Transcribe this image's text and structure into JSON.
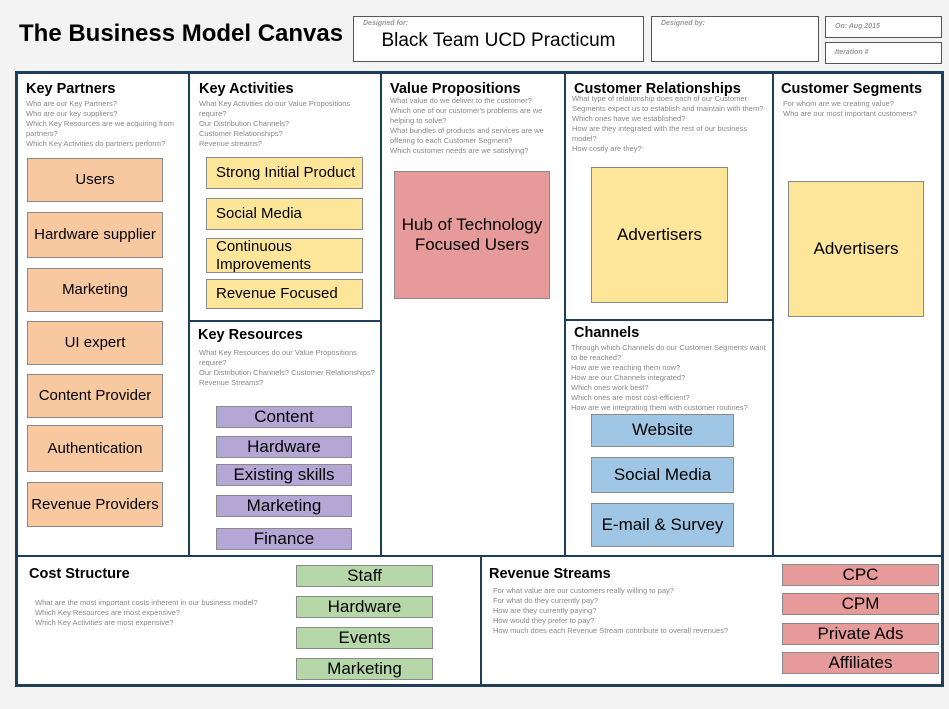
{
  "header": {
    "title": "The Business Model Canvas",
    "designed_for_label": "Designed for:",
    "designed_for_value": "Black Team UCD Practicum",
    "designed_by_label": "Designed by:",
    "date_label": "On: Aug 2015",
    "iteration_label": "Iteration #"
  },
  "key_partners": {
    "title": "Key Partners",
    "questions": [
      "Who are our Key Partners?",
      "Who are our key suppliers?",
      "Which Key Resources are we acquiring from partners?",
      "Which Key Activities do partners perform?"
    ],
    "notes": [
      "Users",
      "Hardware supplier",
      "Marketing",
      "UI expert",
      "Content Provider",
      "Authentication",
      "Revenue Providers"
    ]
  },
  "key_activities": {
    "title": "Key Activities",
    "questions": [
      "What Key Activities do our Value Propositions require?",
      "Our Distribution Channels?",
      "Customer Relationships?",
      "Revenue streams?"
    ],
    "notes": [
      "Strong Initial Product",
      "Social Media",
      "Continuous Improvements",
      "Revenue Focused"
    ]
  },
  "key_resources": {
    "title": "Key Resources",
    "questions": [
      "What Key Resources do our Value Propositions require?",
      "Our Distribution Channels? Customer Relationships?",
      "Revenue Streams?"
    ],
    "notes": [
      "Content",
      "Hardware",
      "Existing skills",
      "Marketing",
      "Finance"
    ]
  },
  "value_propositions": {
    "title": "Value Propositions",
    "questions": [
      "What value do we deliver to the customer?",
      "Which one of our customer's problems are we helping to solve?",
      "What bundles of products and services are we offering to each Customer Segment?",
      "Which customer needs are we satisfying?"
    ],
    "notes": [
      "Hub of Technology Focused Users"
    ]
  },
  "customer_relationships": {
    "title": "Customer Relationships",
    "questions": [
      "What type of relationship does each of our Customer Segments expect us to establish and maintain with them?",
      "Which ones have we established?",
      "How are they integrated with the rest of our business model?",
      "How costly are they?"
    ],
    "notes": [
      "Advertisers"
    ]
  },
  "channels": {
    "title": "Channels",
    "questions": [
      "Through which Channels do our Customer Segments want to be reached?",
      "How are we reaching them now?",
      "How are our Channels integrated?",
      "Which ones work best?",
      "Which ones are most cost-efficient?",
      "How are we integrating them with customer routines?"
    ],
    "notes": [
      "Website",
      "Social Media",
      "E-mail & Survey"
    ]
  },
  "customer_segments": {
    "title": "Customer Segments",
    "questions": [
      "For whom are we creating value?",
      "Who are our most important customers?"
    ],
    "notes": [
      "Advertisers"
    ]
  },
  "cost_structure": {
    "title": "Cost Structure",
    "questions": [
      "What are the most important costs inherent in our business model?",
      "Which Key Resources are most expensive?",
      "Which Key Activities are most expensive?"
    ],
    "notes": [
      "Staff",
      "Hardware",
      "Events",
      "Marketing"
    ]
  },
  "revenue_streams": {
    "title": "Revenue Streams",
    "questions": [
      "For what value are our customers really willing to pay?",
      "For what do they currently pay?",
      "How are they currently paying?",
      "How would they prefer to pay?",
      "How much does each Revenue Stream contribute to overall revenues?"
    ],
    "notes": [
      "CPC",
      "CPM",
      "Private Ads",
      "Affiliates"
    ]
  },
  "colors": {
    "frame": "#1f3e5c",
    "orange_note": "#f8c9a0",
    "yellow_note": "#fde59a",
    "purple_note": "#b4a7d6",
    "blue_note": "#a0c6e6",
    "green_note": "#b6d8a8",
    "red_note": "#e69a9a"
  }
}
